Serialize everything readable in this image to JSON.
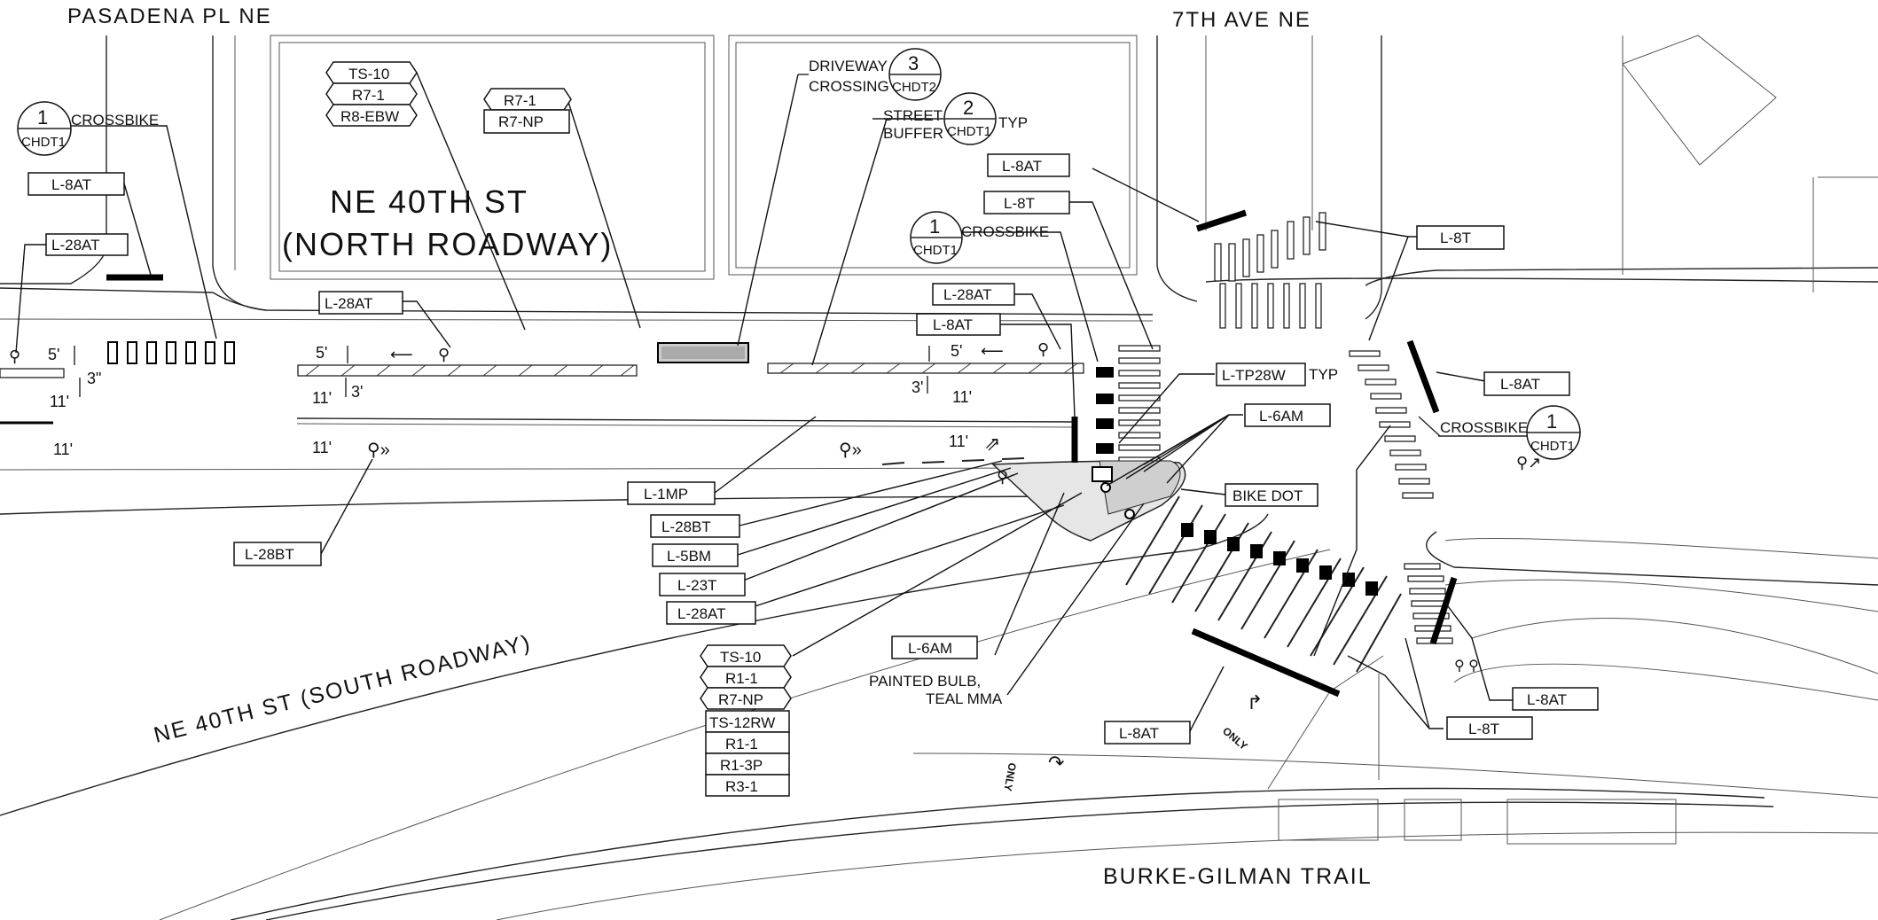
{
  "streets": {
    "pasadena": "PASADENA PL NE",
    "seventh": "7TH AVE NE",
    "north_roadway_1": "NE 40TH ST",
    "north_roadway_2": "(NORTH ROADWAY)",
    "south_roadway": "NE 40TH ST (SOUTH ROADWAY)",
    "trail": "BURKE-GILMAN TRAIL"
  },
  "callouts": {
    "crossbike_left_num": "1",
    "crossbike_left_ref": "CHDT1",
    "crossbike_left_text": "CROSSBIKE",
    "crossbike_mid_num": "1",
    "crossbike_mid_ref": "CHDT1",
    "crossbike_mid_text": "CROSSBIKE",
    "crossbike_right_num": "1",
    "crossbike_right_ref": "CHDT1",
    "crossbike_right_text": "CROSSBIKE",
    "driveway_num": "3",
    "driveway_ref": "CHDT2",
    "driveway_l1": "DRIVEWAY",
    "driveway_l2": "CROSSING",
    "buffer_num": "2",
    "buffer_ref": "CHDT1",
    "buffer_l1": "STREET",
    "buffer_l2": "BUFFER",
    "buffer_typ": "TYP",
    "tp28w_typ": "TYP",
    "painted_bulb_1": "PAINTED BULB,",
    "painted_bulb_2": "TEAL MMA"
  },
  "signs_a": [
    "TS-10",
    "R7-1",
    "R8-EBW"
  ],
  "signs_b": [
    "R7-1",
    "R7-NP"
  ],
  "signs_c": [
    "TS-10",
    "R1-1",
    "R7-NP",
    "TS-12RW",
    "R1-1",
    "R1-3P",
    "R3-1"
  ],
  "labels": {
    "l8at_a": "L-8AT",
    "l28at_a": "L-28AT",
    "l28at_b": "L-28AT",
    "l8at_b": "L-8AT",
    "l8t_a": "L-8T",
    "l28at_c": "L-28AT",
    "l8at_c": "L-8AT",
    "l8t_b": "L-8T",
    "l8at_d": "L-8AT",
    "ltp28w": "L-TP28W",
    "l6am_a": "L-6AM",
    "bike_dot": "BIKE DOT",
    "l1mp": "L-1MP",
    "l28bt_a": "L-28BT",
    "l5bm": "L-5BM",
    "l23t": "L-23T",
    "l28at_d": "L-28AT",
    "l28bt_b": "L-28BT",
    "l6am_b": "L-6AM",
    "l8at_e": "L-8AT",
    "l8at_f": "L-8AT",
    "l8t_c": "L-8T"
  },
  "dims": {
    "d5a": "5'",
    "d3a": "3\"",
    "d11a": "11'",
    "d11b": "11'",
    "d5b": "5'",
    "d3b": "3'",
    "d11c": "11'",
    "d11d": "11'",
    "d5c": "5'",
    "d3c": "3'",
    "d11e": "11'",
    "d11f": "11'"
  },
  "pavement_text": [
    "ONLY",
    "ONLY"
  ]
}
